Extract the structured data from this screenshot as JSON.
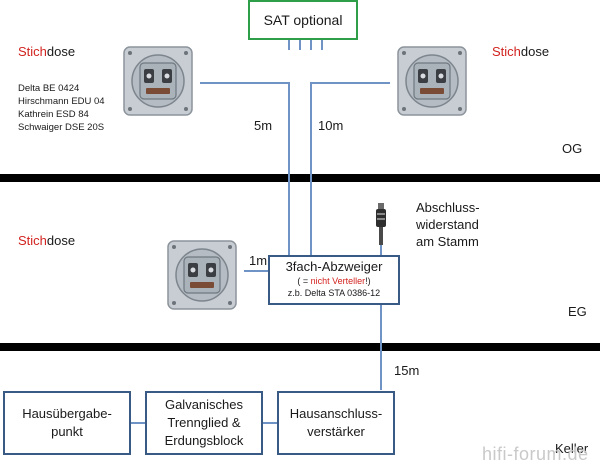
{
  "sat": {
    "label": "SAT optional"
  },
  "og": {
    "left_socket": {
      "label_red": "Stich",
      "label_rest": "dose"
    },
    "right_socket": {
      "label_red": "Stich",
      "label_rest": "dose"
    },
    "models": "Delta BE 0424\nHirschmann EDU 04\nKathrein ESD 84\nSchwaiger DSE 20S",
    "cable_left": "5m",
    "cable_right": "10m",
    "floor_label": "OG"
  },
  "eg": {
    "socket": {
      "label_red": "Stich",
      "label_rest": "dose"
    },
    "cable_socket": "1m",
    "splitter": {
      "title": "3fach-Abzweiger",
      "note_open": "( = ",
      "note_red": "nicht Verteller",
      "note_close": "!)",
      "example": "z.b. Delta STA 0386-12"
    },
    "terminator": "Abschluss-\nwiderstand\nam Stamm",
    "floor_label": "EG"
  },
  "keller": {
    "cable_down": "15m",
    "box1": "Hausübergabe-\npunkt",
    "box2": "Galvanisches\nTrennglied &\nErdungsblock",
    "box3": "Hausanschluss-\nverstärker",
    "floor_label": "Keller"
  },
  "watermark": "hifi-forum.de",
  "colors": {
    "cable": "#6e93c4",
    "box_border": "#3a5a86",
    "sat_border": "#2e9e48",
    "accent_red": "#d2231f"
  }
}
